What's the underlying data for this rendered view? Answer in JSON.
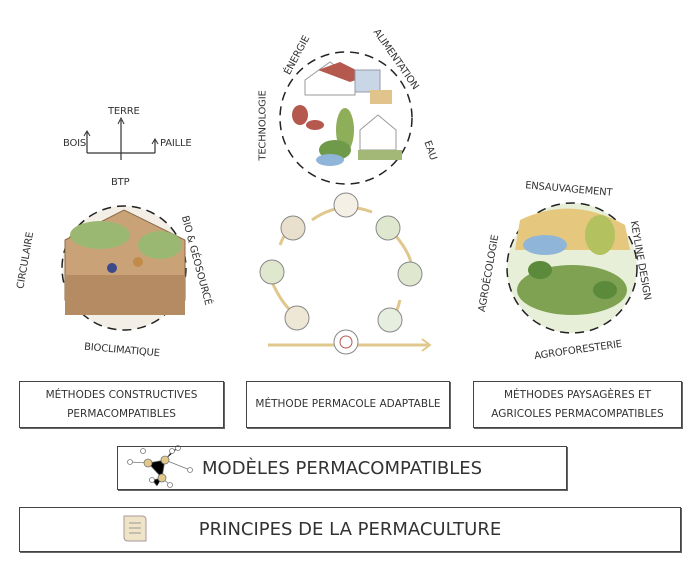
{
  "top_circle": {
    "labels": {
      "energie": "ÉNERGIE",
      "alimentation": "ALIMENTATION",
      "technologie": "TECHNOLOGIE",
      "eau": "EAU"
    }
  },
  "left_circle": {
    "tree": {
      "terre": "TERRE",
      "bois": "BOIS",
      "paille": "PAILLE",
      "btp": "BTP"
    },
    "labels": {
      "circulaire": "CIRCULAIRE",
      "bio": "BIO & GÉOSOURCÉ",
      "bioclimatique": "BIOCLIMATIQUE"
    }
  },
  "right_circle": {
    "labels": {
      "ensauvagement": "ENSAUVAGEMENT",
      "keyline": "KEYLINE DESIGN",
      "agroforesterie": "AGROFORESTERIE",
      "agroecologie": "AGROÉCOLOGIE"
    }
  },
  "boxes": {
    "constructives_1": "MÉTHODES  CONSTRUCTIVES",
    "constructives_2": "PERMACOMPATIBLES",
    "permacole": "MÉTHODE PERMACOLE ADAPTABLE",
    "paysageres_1": "MÉTHODES PAYSAGÈRES ET",
    "paysageres_2": "AGRICOLES PERMACOMPATIBLES",
    "modeles": "MODÈLES PERMACOMPATIBLES",
    "principes": "PRINCIPES DE LA PERMACULTURE"
  },
  "colors": {
    "accent": "#e2c987",
    "line": "#444444"
  }
}
